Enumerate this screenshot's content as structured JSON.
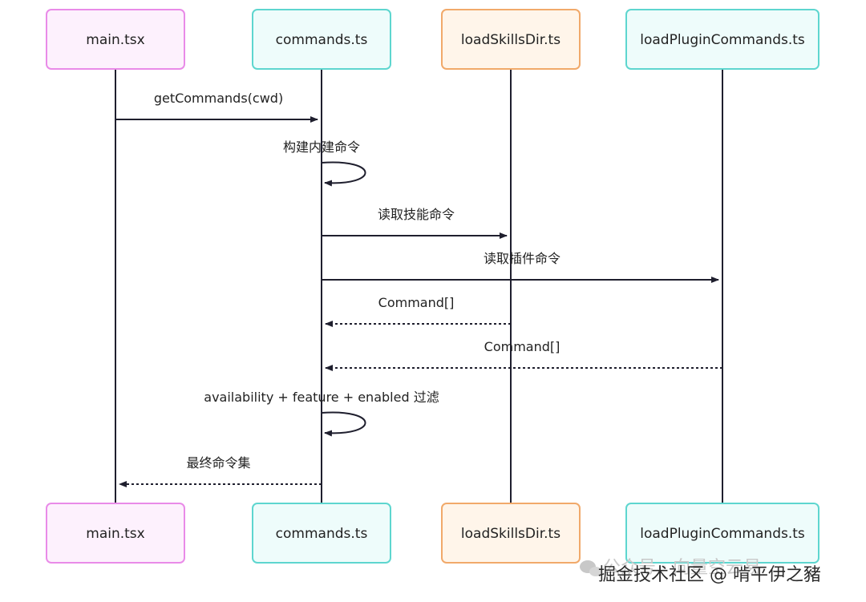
{
  "participants": [
    {
      "id": "main",
      "label": "main.tsx",
      "border": "#e98be8",
      "fill": "#fdf1fd"
    },
    {
      "id": "commands",
      "label": "commands.ts",
      "border": "#5ed6cf",
      "fill": "#eefcfb"
    },
    {
      "id": "skills",
      "label": "loadSkillsDir.ts",
      "border": "#f1a96a",
      "fill": "#fff5ea"
    },
    {
      "id": "plugin",
      "label": "loadPluginCommands.ts",
      "border": "#5ed6cf",
      "fill": "#eefcfb"
    }
  ],
  "messages": [
    {
      "from": "main",
      "to": "commands",
      "label": "getCommands(cwd)",
      "style": "solid"
    },
    {
      "from": "commands",
      "to": "commands",
      "label": "构建内建命令",
      "style": "self"
    },
    {
      "from": "commands",
      "to": "skills",
      "label": "读取技能命令",
      "style": "solid"
    },
    {
      "from": "commands",
      "to": "plugin",
      "label": "读取插件命令",
      "style": "solid"
    },
    {
      "from": "skills",
      "to": "commands",
      "label": "Command[]",
      "style": "dashed"
    },
    {
      "from": "plugin",
      "to": "commands",
      "label": "Command[]",
      "style": "dashed"
    },
    {
      "from": "commands",
      "to": "commands",
      "label": "availability + feature + enabled 过滤",
      "style": "self"
    },
    {
      "from": "commands",
      "to": "main",
      "label": "最终命令集",
      "style": "dashed"
    }
  ],
  "watermark": {
    "faint": "公众号 · 向量空云易",
    "main": "掘金技术社区 @ 啃平伊之豬"
  },
  "colors": {
    "line": "#1f1f2e",
    "text": "#222222"
  }
}
